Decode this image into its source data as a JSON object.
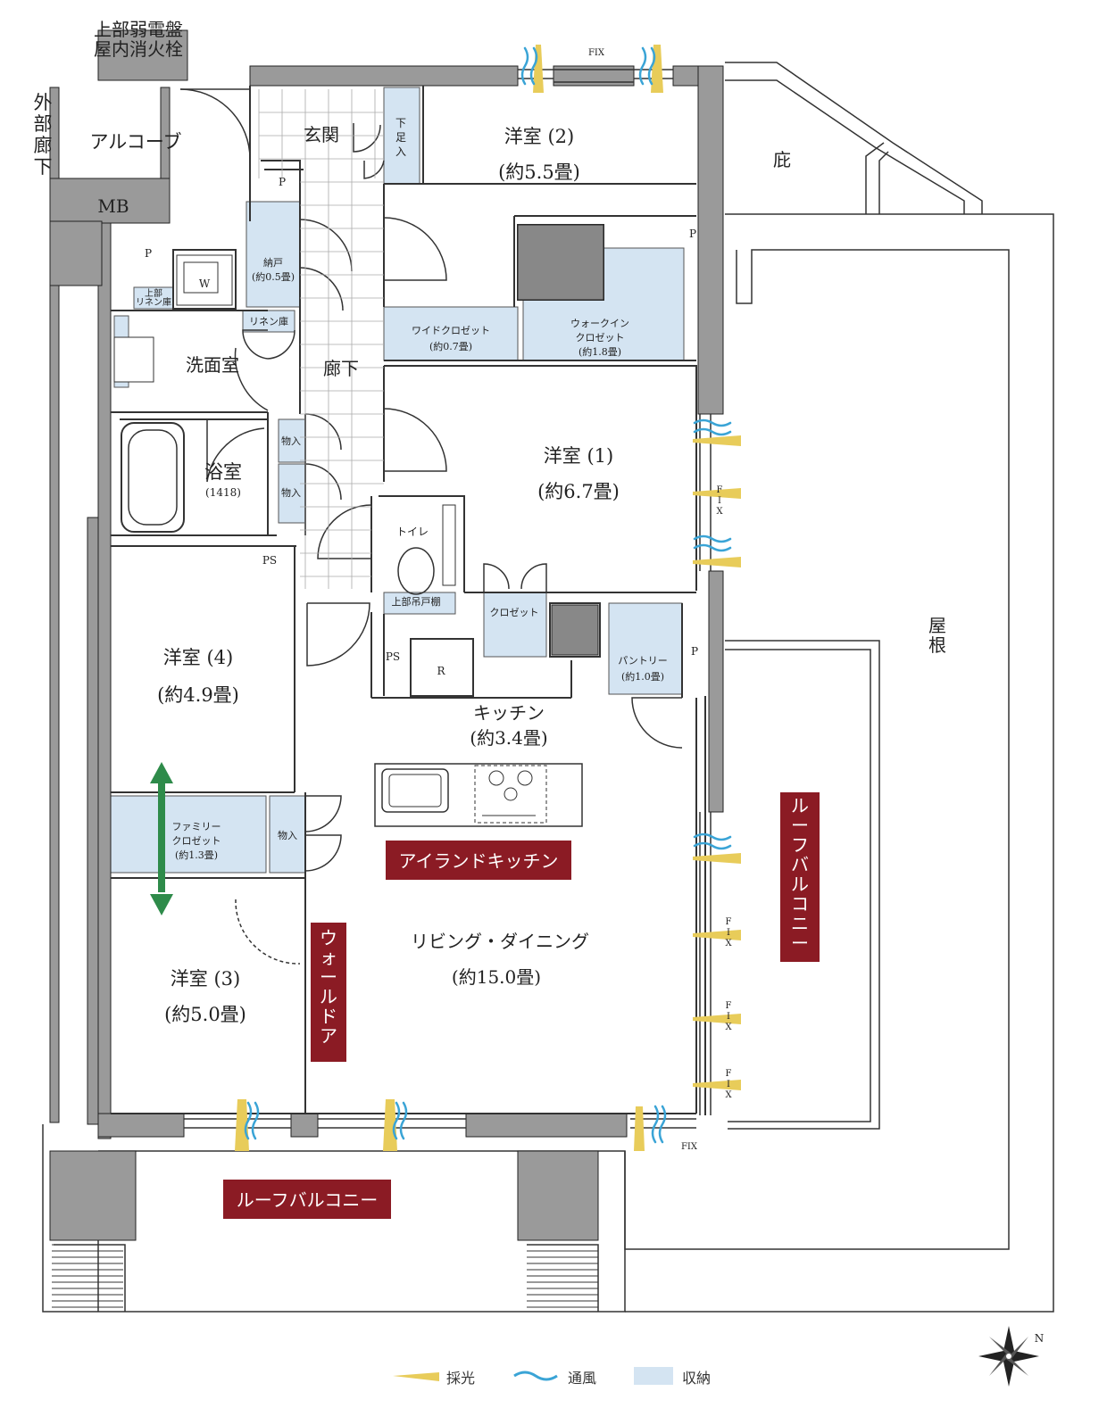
{
  "colors": {
    "wall": "#9a9a9a",
    "wall_outline": "#222222",
    "storage": "#d4e4f2",
    "banner": "#8b1b24",
    "light": "#e8cc5a",
    "wind": "#3aa4d6",
    "arrow": "#2e8b4a"
  },
  "labels": {
    "electric_panel": "上部弱電盤",
    "fire_hydrant": "屋内消火栓",
    "outer_corridor": "外部廊下",
    "alcove": "アルコーブ",
    "mb": "MB",
    "entrance": "玄関",
    "shoebox": "下足入",
    "room2": "洋室 (2)",
    "room2_size": "(約5.5畳)",
    "eaves": "庇",
    "p1": "P",
    "p2": "P",
    "p3": "P",
    "p4": "P",
    "closet_small": "納戸",
    "closet_small_size": "(約0.5畳)",
    "washer": "W",
    "upper_linen": "上部",
    "upper_linen2": "リネン庫",
    "linen": "リネン庫",
    "washroom": "洗面室",
    "corridor": "廊下",
    "wide_closet": "ワイドクロゼット",
    "wide_closet_size": "(約0.7畳)",
    "walkin1": "ウォークイン",
    "walkin2": "クロゼット",
    "walkin_size": "(約1.8畳)",
    "bath": "浴室",
    "bath_size": "(1418)",
    "storage1": "物入",
    "storage2": "物入",
    "storage3": "物入",
    "room1": "洋室 (1)",
    "room1_size": "(約6.7畳)",
    "toilet": "トイレ",
    "upper_cabinet": "上部吊戸棚",
    "closet": "クロゼット",
    "ps1": "PS",
    "ps2": "PS",
    "fridge": "R",
    "pantry": "パントリー",
    "pantry_size": "(約1.0畳)",
    "room4": "洋室 (4)",
    "room4_size": "(約4.9畳)",
    "kitchen": "キッチン",
    "kitchen_size": "(約3.4畳)",
    "roof": "屋根",
    "family1": "ファミリー",
    "family2": "クロゼット",
    "family_size": "(約1.3畳)",
    "island_kitchen": "アイランドキッチン",
    "roof_balcony_right": "ルーフバルコニー",
    "wall_door": "ウォールドア",
    "living": "リビング・ダイニング",
    "living_size": "(約15.0畳)",
    "room3": "洋室 (3)",
    "room3_size": "(約5.0畳)",
    "roof_balcony_bottom": "ルーフバルコニー",
    "fix": "FIX",
    "north": "N"
  },
  "legend": [
    {
      "icon": "light-icon",
      "label": "採光"
    },
    {
      "icon": "wind-icon",
      "label": "通風"
    },
    {
      "icon": "storage-icon",
      "label": "収納"
    }
  ]
}
